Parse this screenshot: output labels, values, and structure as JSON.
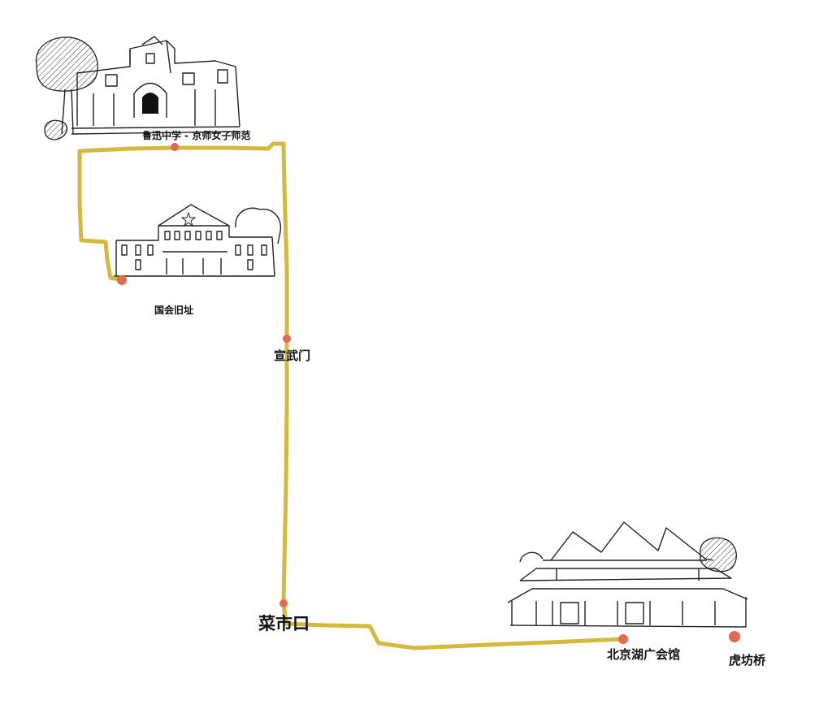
{
  "colors": {
    "route": "#d4b93c",
    "stop": "#e06a52",
    "ink": "#222222"
  },
  "stops": [
    {
      "name": "鲁迅中学 - 京师女子师范"
    },
    {
      "name": "国会旧址"
    },
    {
      "name": "宣武门"
    },
    {
      "name": "菜市口"
    },
    {
      "name": "北京湖广会馆"
    },
    {
      "name": "虎坊桥"
    }
  ]
}
